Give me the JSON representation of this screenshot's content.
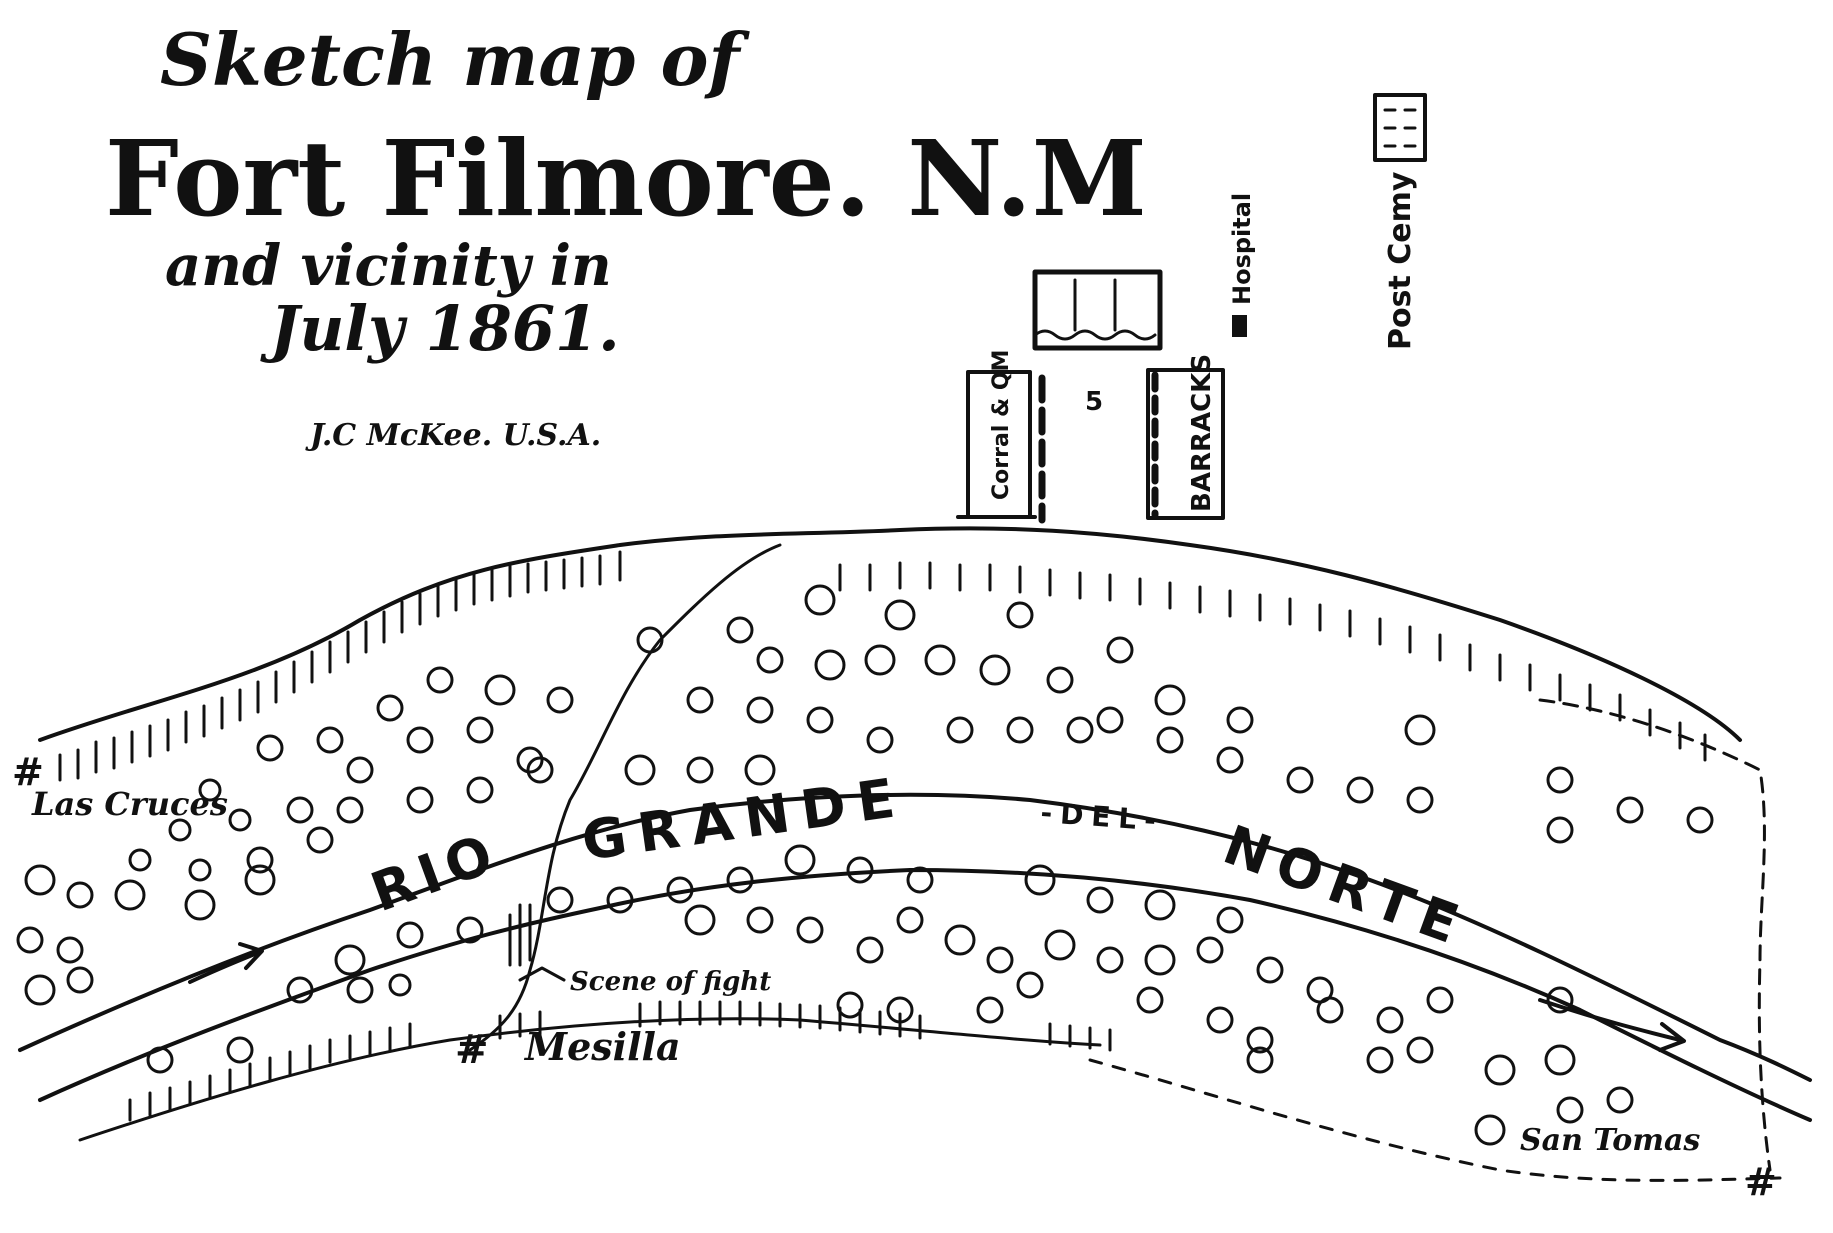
{
  "map": {
    "title_line1": "Sketch map of",
    "title_line2": "Fort Filmore. N.M",
    "title_line3": "and vicinity in",
    "title_line4": "July 1861.",
    "author": "J.C McKee. U.S.A."
  },
  "labels": {
    "hospital": "Hospital",
    "post_cemetery": "Post Cemy",
    "barracks": "BARRACKS",
    "corral": "Corral & QM",
    "las_cruces": "Las Cruces",
    "mesilla": "Mesilla",
    "san_tomas": "San Tomas",
    "scene_of_fight": "Scene of fight",
    "river_rio": "RIO",
    "river_grande": "GRANDE",
    "river_del": "-DEL-",
    "river_norte": "NORTE",
    "town_marker": "#"
  },
  "icons": [
    "town-marker-icon",
    "river-arrow-icon",
    "tree-icon"
  ],
  "colors": {
    "ink": "#111111",
    "paper": "#ffffff"
  }
}
